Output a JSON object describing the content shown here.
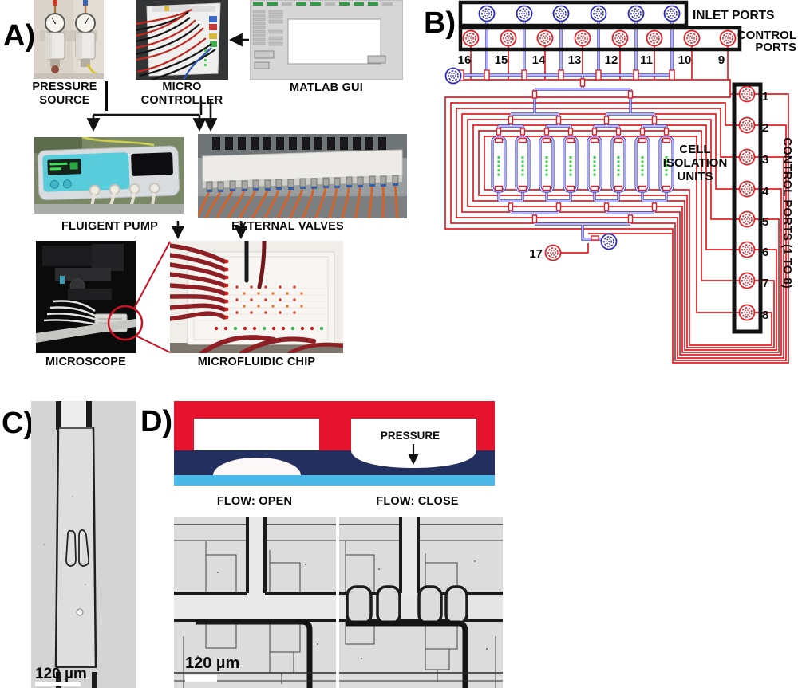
{
  "panelA": {
    "label": "A)",
    "pressure_source": {
      "line1": "PRESSURE",
      "line2": "SOURCE"
    },
    "micro_controller": {
      "line1": "MICRO",
      "line2": "CONTROLLER"
    },
    "matlab_gui": "MATLAB GUI",
    "fluigent_pump": "FLUIGENT PUMP",
    "external_valves": "EXTERNAL VALVES",
    "microscope": "MICROSCOPE",
    "microfluidic_chip": "MICROFLUIDIC CHIP"
  },
  "panelB": {
    "label": "B)",
    "inlet_ports_label": "INLET PORTS",
    "control_ports_top_label": {
      "line1": "CONTROL",
      "line2": "PORTS"
    },
    "top_port_numbers": [
      "16",
      "15",
      "14",
      "13",
      "12",
      "11",
      "10",
      "9"
    ],
    "right_port_numbers": [
      "1",
      "2",
      "3",
      "4",
      "5",
      "6",
      "7",
      "8"
    ],
    "port_17_label": "17",
    "cell_isolation_label": {
      "line1": "CELL",
      "line2": "ISOLATION",
      "line3": "UNITS"
    },
    "right_ports_label": "CONTROL PORTS  (1 TO 8)",
    "colors": {
      "flow_channel_blue": "#3d3dcc",
      "control_line_red": "#df2026",
      "isolation_unit_green": "#44d24a"
    }
  },
  "panelC": {
    "label": "C)",
    "scale_bar_label": "120 µm"
  },
  "panelD": {
    "label": "D)",
    "pressure_label": "PRESSURE",
    "flow_open_label": "FLOW: OPEN",
    "flow_close_label": "FLOW: CLOSE",
    "scale_bar_label": "120 µm",
    "colors": {
      "control_layer_red": "#e5132e",
      "membrane_navy": "#232f5e",
      "substrate_cyan": "#4ab8e8"
    }
  }
}
